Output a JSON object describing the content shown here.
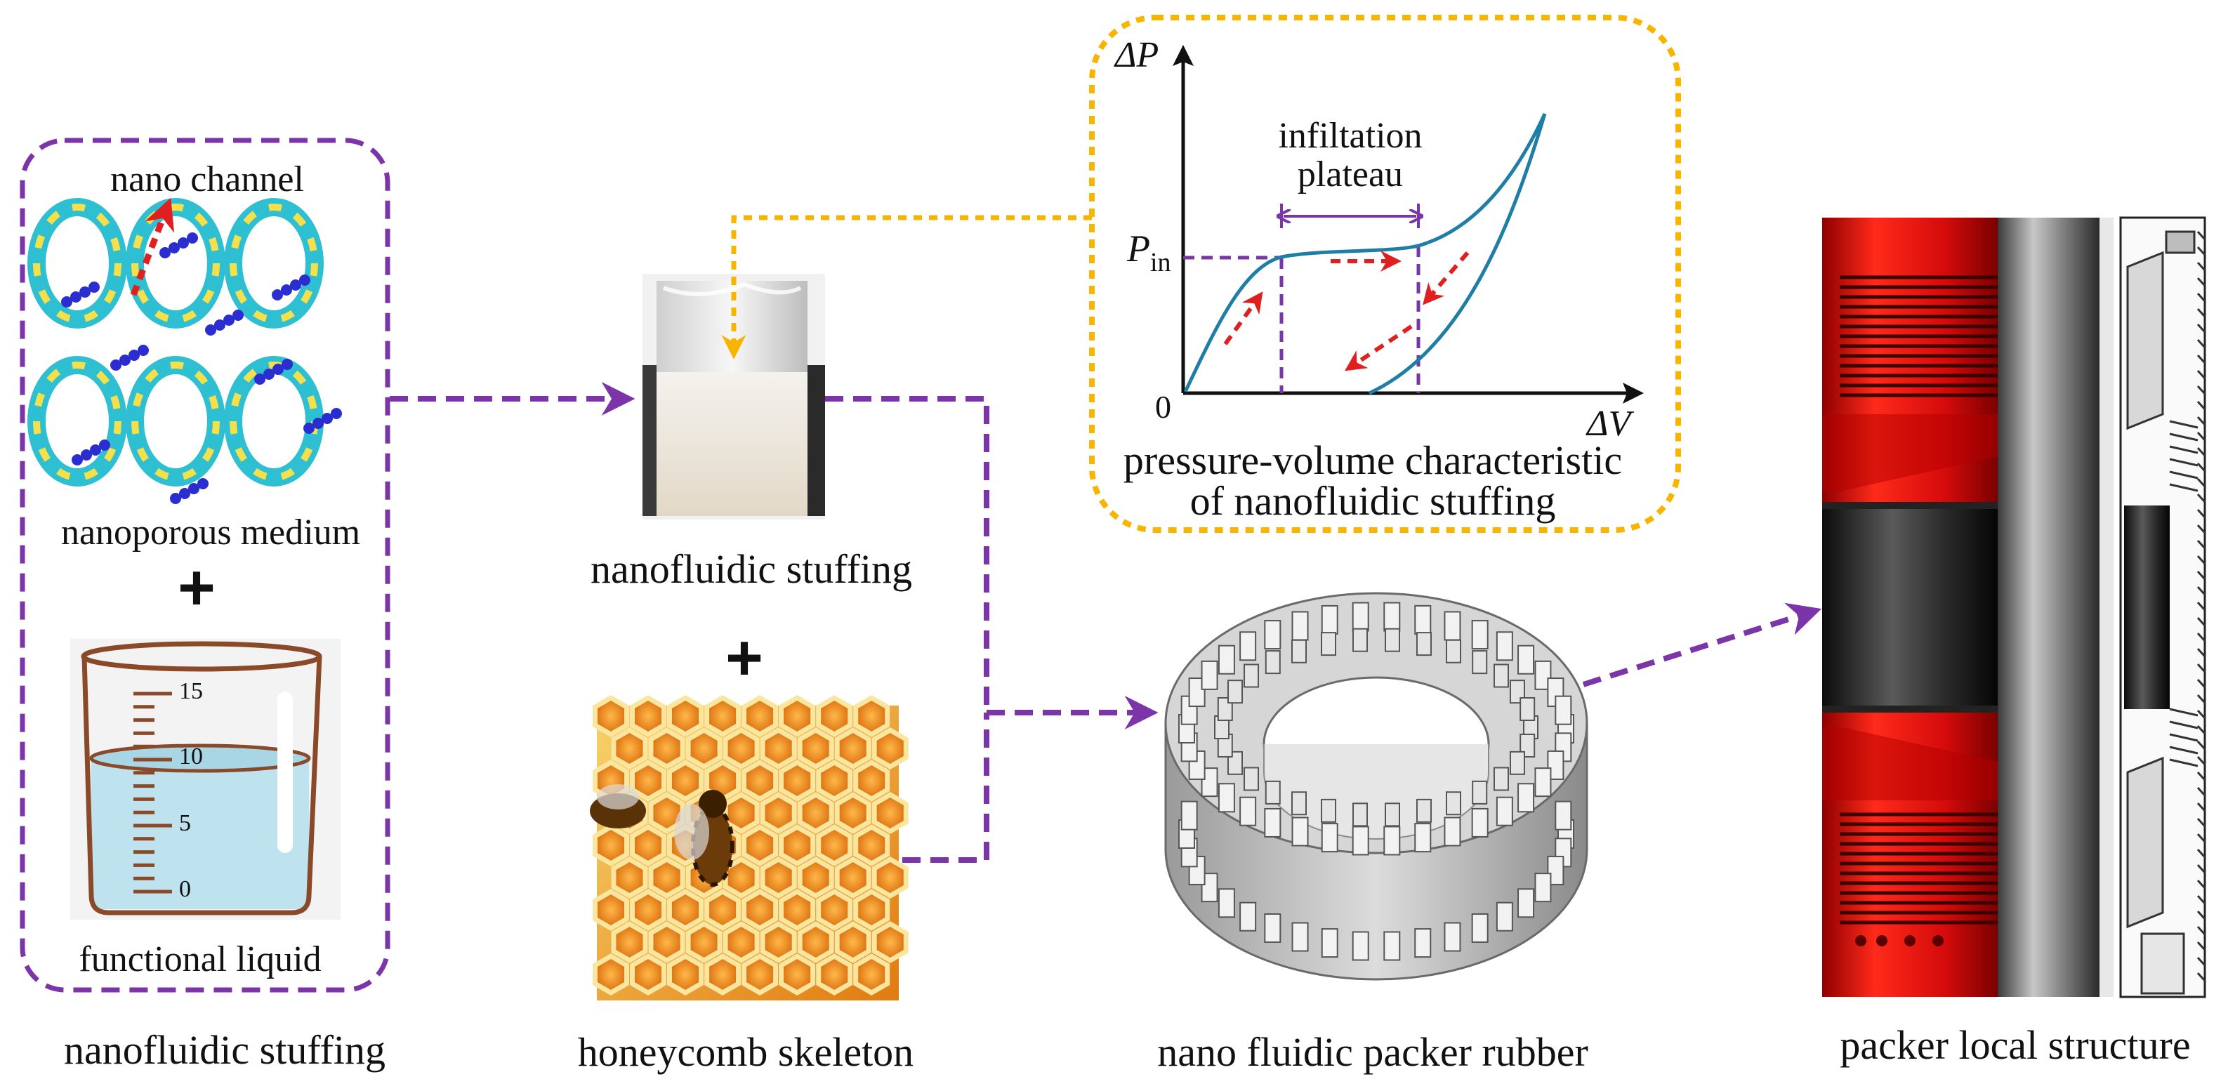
{
  "colors": {
    "purple_arrow": "#7b35a8",
    "yellow_box": "#f7b500",
    "curve": "#1e7ea5",
    "red_arrow": "#e02020",
    "packer_red": "#e00f0f",
    "framework_cyan": "#2fbfd3",
    "framework_yellow": "#f4e04a",
    "molecule_blue": "#2a2ed0",
    "liquid_blue": "#bfe3ee",
    "honey_orange": "#f2a020"
  },
  "left_panel": {
    "nano_channel": "nano channel",
    "nanoporous_medium": "nanoporous medium",
    "plus": "+",
    "functional_liquid": "functional liquid",
    "caption": "nanofluidic stuffing",
    "beaker_ticks": [
      "15",
      "10",
      "5",
      "0"
    ]
  },
  "middle_panel": {
    "stuffing_label": "nanofluidic stuffing",
    "plus": "+",
    "caption": "honeycomb skeleton"
  },
  "pv_chart": {
    "y_axis": "ΔP",
    "x_axis": "ΔV",
    "origin": "0",
    "p_in_main": "P",
    "p_in_sub": "in",
    "plateau_line1": "infiltation",
    "plateau_line2": "plateau",
    "caption_line1": "pressure-volume characteristic",
    "caption_line2": "of nanofluidic stuffing"
  },
  "rubber": {
    "caption": "nano fluidic packer rubber"
  },
  "packer": {
    "caption": "packer local structure"
  }
}
